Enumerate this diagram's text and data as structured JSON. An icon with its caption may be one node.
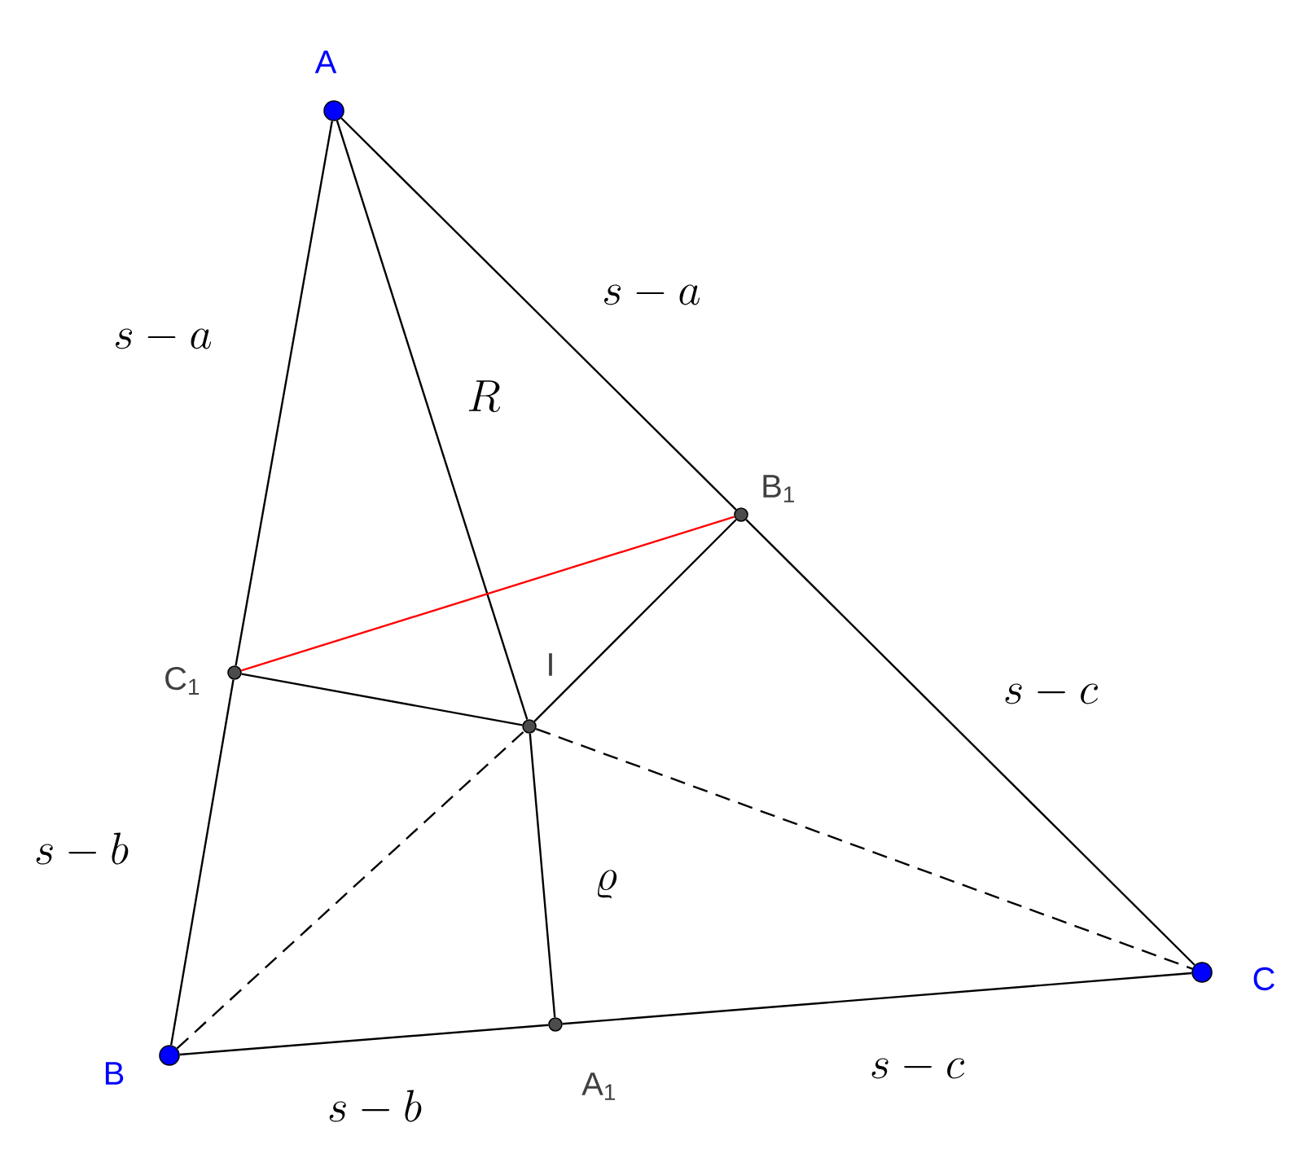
{
  "diagram": {
    "nodes": [
      {
        "text": [
          "A"
        ]
      },
      {
        "text": [
          "B$_{1}$"
        ]
      },
      {
        "text": [
          "C$_{1}$"
        ]
      },
      {
        "text": [
          "I"
        ]
      },
      {
        "text": [
          "C"
        ]
      },
      {
        "text": [
          "B"
        ]
      },
      {
        "text": [
          "A$_{1}$"
        ]
      }
    ],
    "edges": [
      {
        "from": 0,
        "to": 2,
        "arrow": "none"
      },
      {
        "from": 2,
        "to": 5,
        "arrow": "none"
      },
      {
        "from": 5,
        "to": 6,
        "arrow": "none"
      },
      {
        "from": 6,
        "to": 4,
        "arrow": "none"
      },
      {
        "from": 4,
        "to": 1,
        "arrow": "none"
      },
      {
        "from": 1,
        "to": 0,
        "arrow": "none"
      },
      {
        "from": 0,
        "to": 3,
        "arrow": "none"
      },
      {
        "from": 3,
        "to": 1,
        "arrow": "none"
      },
      {
        "from": 3,
        "to": 2,
        "arrow": "none"
      },
      {
        "from": 3,
        "to": 6,
        "arrow": "none"
      },
      {
        "from": 5,
        "to": 3,
        "arrow": "none",
        "style": "dashed"
      },
      {
        "from": 3,
        "to": 4,
        "arrow": "none",
        "style": "dashed"
      },
      {
        "from": 2,
        "to": 1,
        "arrow": "none",
        "color": "#ff0000"
      }
    ],
    "labels": [
      "s-a",
      "s-a",
      "R",
      "s-c",
      "s-b",
      "\\varrho",
      "s-c",
      "s-b"
    ]
  }
}
